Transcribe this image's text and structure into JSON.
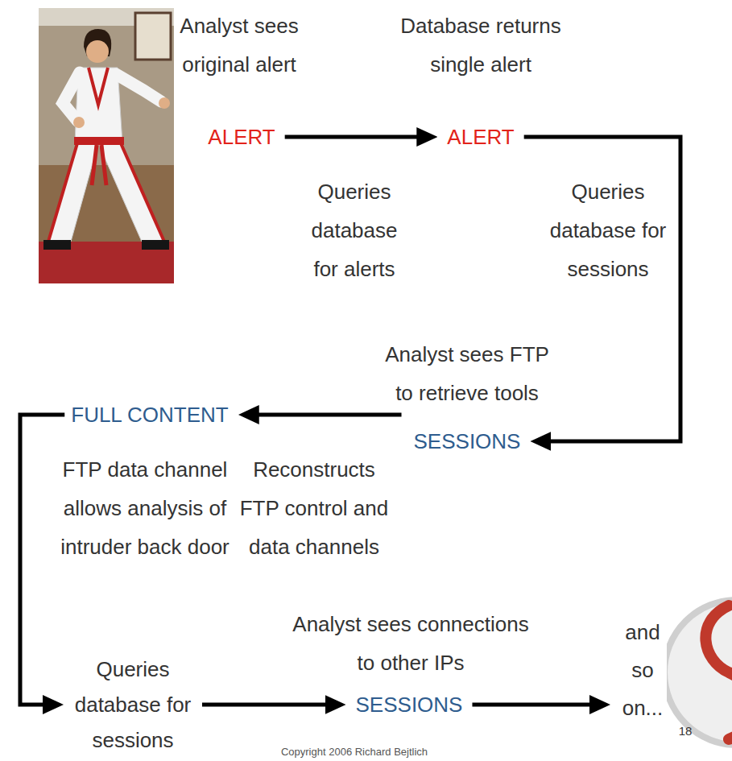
{
  "diagram": {
    "nodes": [
      {
        "text": [
          "Analyst sees original alert",
          "ALERT"
        ]
      },
      {
        "text": [
          "Database returns single alert",
          "ALERT"
        ]
      },
      {
        "text": [
          "Analyst sees FTP to retrieve tools",
          "SESSIONS"
        ]
      },
      {
        "text": [
          "FULL CONTENT",
          "FTP data channel allows analysis of intruder back door"
        ]
      },
      {
        "text": [
          "Queries database for sessions"
        ]
      },
      {
        "text": [
          "Analyst sees connections to other IPs",
          "SESSIONS"
        ]
      },
      {
        "text": [
          "and so on..."
        ]
      }
    ],
    "edges": [
      {
        "from": 0,
        "to": 1,
        "label": "Queries database for alerts",
        "arrow": "to"
      },
      {
        "from": 1,
        "to": 2,
        "label": "Queries database for sessions",
        "arrow": "to"
      },
      {
        "from": 2,
        "to": 3,
        "label": "Reconstructs FTP control and data channels",
        "arrow": "to"
      },
      {
        "from": 3,
        "to": 4,
        "arrow": "to"
      },
      {
        "from": 4,
        "to": 5,
        "arrow": "to"
      },
      {
        "from": 5,
        "to": 6,
        "arrow": "to"
      }
    ],
    "labels": [
      "18",
      "Copyright 2006 Richard Bejtlich"
    ]
  }
}
